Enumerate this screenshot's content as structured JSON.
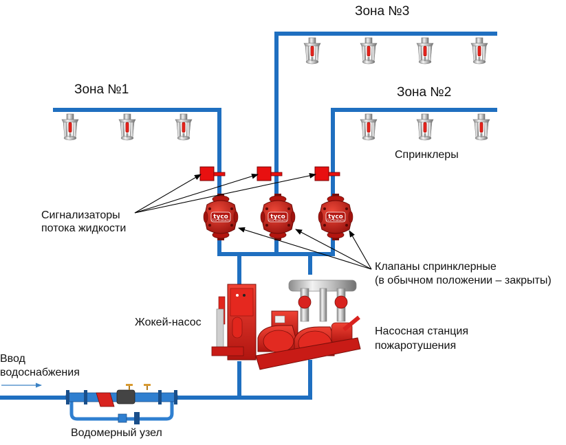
{
  "labels": {
    "zone1": "Зона №1",
    "zone2": "Зона №2",
    "zone3": "Зона №3",
    "sprinklers": "Спринклеры",
    "flow_switches_line1": "Сигнализаторы",
    "flow_switches_line2": "потока жидкости",
    "valves_line1": "Клапаны спринклерные",
    "valves_line2": "(в обычном положении – закрыты)",
    "jockey_pump": "Жокей-насос",
    "pump_station_line1": "Насосная станция",
    "pump_station_line2": "пожаротушения",
    "water_input_line1": "Ввод",
    "water_input_line2": "водоснабжения",
    "water_meter": "Водомерный узел",
    "valve_brand": "tyco",
    "valve_brand_sub": "Fire Products"
  },
  "colors": {
    "pipe": "#1f6fc0",
    "flow_switch": "#e81010",
    "valve": "#c8201c",
    "pump": "#d8231f",
    "arrow": "#000000",
    "inlet_arrow": "#3b82c4"
  },
  "icons": {
    "sprinkler": "sprinkler-head-icon",
    "flow_switch": "flow-switch-icon",
    "valve": "alarm-valve-icon",
    "jockey_pump": "jockey-pump-icon",
    "pump_station": "pump-station-icon",
    "water_meter": "water-meter-icon"
  }
}
